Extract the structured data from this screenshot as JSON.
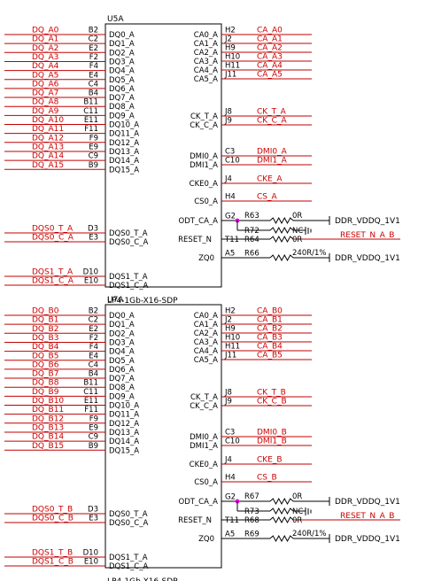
{
  "colors": {
    "net": "#cc0000",
    "wire": "#c00000",
    "junction": "#e000e0",
    "line": "#000000"
  },
  "chips": [
    {
      "ref": "U5A",
      "part": "LP4-1Gb-X16-SDP",
      "left_nets": [
        "DQ_A0",
        "DQ_A1",
        "DQ_A2",
        "DQ_A3",
        "DQ_A4",
        "DQ_A5",
        "DQ_A6",
        "DQ_A7",
        "DQ_A8",
        "DQ_A9",
        "DQ_A10",
        "DQ_A11",
        "DQ_A12",
        "DQ_A13",
        "DQ_A14",
        "DQ_A15"
      ],
      "left_pins": [
        "B2",
        "C2",
        "E2",
        "F2",
        "F4",
        "E4",
        "C4",
        "B4",
        "B11",
        "C11",
        "E11",
        "F11",
        "F9",
        "E9",
        "C9",
        "B9"
      ],
      "left_sigs": [
        "DQ0_A",
        "DQ1_A",
        "DQ2_A",
        "DQ3_A",
        "DQ4_A",
        "DQ5_A",
        "DQ6_A",
        "DQ7_A",
        "DQ8_A",
        "DQ9_A",
        "DQ10_A",
        "DQ11_A",
        "DQ12_A",
        "DQ13_A",
        "DQ14_A",
        "DQ15_A"
      ],
      "dqs": [
        {
          "net": "DQS0_T_A",
          "pin": "D3",
          "sig": "DQS0_T_A"
        },
        {
          "net": "DQS0_C_A",
          "pin": "E3",
          "sig": "DQS0_C_A"
        },
        {
          "net": "DQS1_T_A",
          "pin": "D10",
          "sig": "DQS1_T_A"
        },
        {
          "net": "DQS1_C_A",
          "pin": "E10",
          "sig": "DQS1_C_A"
        }
      ],
      "ca": [
        {
          "sig": "CA0_A",
          "pin": "H2",
          "net": "CA_A0"
        },
        {
          "sig": "CA1_A",
          "pin": "J2",
          "net": "CA_A1"
        },
        {
          "sig": "CA2_A",
          "pin": "H9",
          "net": "CA_A2"
        },
        {
          "sig": "CA3_A",
          "pin": "H10",
          "net": "CA_A3"
        },
        {
          "sig": "CA4_A",
          "pin": "H11",
          "net": "CA_A4"
        },
        {
          "sig": "CA5_A",
          "pin": "J11",
          "net": "CA_A5"
        }
      ],
      "ck": [
        {
          "sig": "CK_T_A",
          "pin": "J8",
          "net": "CK_T_A"
        },
        {
          "sig": "CK_C_A",
          "pin": "J9",
          "net": "CK_C_A"
        }
      ],
      "dmi": [
        {
          "sig": "DMI0_A",
          "pin": "C3",
          "net": "DMI0_A"
        },
        {
          "sig": "DMI1_A",
          "pin": "C10",
          "net": "DMI1_A"
        }
      ],
      "cke": {
        "sig": "CKE0_A",
        "pin": "J4",
        "net": "CKE_A"
      },
      "cs": {
        "sig": "CS0_A",
        "pin": "H4",
        "net": "CS_A"
      },
      "odt": {
        "sig": "ODT_CA_A",
        "pin": "G2",
        "r1": "R63",
        "r1v": "0R",
        "r2": "R72",
        "r2v": "NC",
        "net": "DDR_VDDQ_1V1"
      },
      "reset": {
        "sig": "RESET_N",
        "pin": "T11",
        "r": "R64",
        "rv": "0R",
        "net": "RESET_N_A_B"
      },
      "zq": {
        "sig": "ZQ0",
        "pin": "A5",
        "r": "R66",
        "rv": "240R/1%",
        "net": "DDR_VDDQ_1V1"
      }
    },
    {
      "ref": "U7A",
      "part": "LP4-1Gb-X16-SDP",
      "left_nets": [
        "DQ_B0",
        "DQ_B1",
        "DQ_B2",
        "DQ_B3",
        "DQ_B4",
        "DQ_B5",
        "DQ_B6",
        "DQ_B7",
        "DQ_B8",
        "DQ_B9",
        "DQ_B10",
        "DQ_B11",
        "DQ_B12",
        "DQ_B13",
        "DQ_B14",
        "DQ_B15"
      ],
      "left_pins": [
        "B2",
        "C2",
        "E2",
        "F2",
        "F4",
        "E4",
        "C4",
        "B4",
        "B11",
        "C11",
        "E11",
        "F11",
        "F9",
        "E9",
        "C9",
        "B9"
      ],
      "left_sigs": [
        "DQ0_A",
        "DQ1_A",
        "DQ2_A",
        "DQ3_A",
        "DQ4_A",
        "DQ5_A",
        "DQ6_A",
        "DQ7_A",
        "DQ8_A",
        "DQ9_A",
        "DQ10_A",
        "DQ11_A",
        "DQ12_A",
        "DQ13_A",
        "DQ14_A",
        "DQ15_A"
      ],
      "dqs": [
        {
          "net": "DQS0_T_B",
          "pin": "D3",
          "sig": "DQS0_T_A"
        },
        {
          "net": "DQS0_C_B",
          "pin": "E3",
          "sig": "DQS0_C_A"
        },
        {
          "net": "DQS1_T_B",
          "pin": "D10",
          "sig": "DQS1_T_A"
        },
        {
          "net": "DQS1_C_B",
          "pin": "E10",
          "sig": "DQS1_C_A"
        }
      ],
      "ca": [
        {
          "sig": "CA0_A",
          "pin": "H2",
          "net": "CA_B0"
        },
        {
          "sig": "CA1_A",
          "pin": "J2",
          "net": "CA_B1"
        },
        {
          "sig": "CA2_A",
          "pin": "H9",
          "net": "CA_B2"
        },
        {
          "sig": "CA3_A",
          "pin": "H10",
          "net": "CA_B3"
        },
        {
          "sig": "CA4_A",
          "pin": "H11",
          "net": "CA_B4"
        },
        {
          "sig": "CA5_A",
          "pin": "J11",
          "net": "CA_B5"
        }
      ],
      "ck": [
        {
          "sig": "CK_T_A",
          "pin": "J8",
          "net": "CK_T_B"
        },
        {
          "sig": "CK_C_A",
          "pin": "J9",
          "net": "CK_C_B"
        }
      ],
      "dmi": [
        {
          "sig": "DMI0_A",
          "pin": "C3",
          "net": "DMI0_B"
        },
        {
          "sig": "DMI1_A",
          "pin": "C10",
          "net": "DMI1_B"
        }
      ],
      "cke": {
        "sig": "CKE0_A",
        "pin": "J4",
        "net": "CKE_B"
      },
      "cs": {
        "sig": "CS0_A",
        "pin": "H4",
        "net": "CS_B"
      },
      "odt": {
        "sig": "ODT_CA_A",
        "pin": "G2",
        "r1": "R67",
        "r1v": "0R",
        "r2": "R73",
        "r2v": "NC",
        "net": "DDR_VDDQ_1V1"
      },
      "reset": {
        "sig": "RESET_N",
        "pin": "T11",
        "r": "R68",
        "rv": "0R",
        "net": "RESET_N_A_B"
      },
      "zq": {
        "sig": "ZQ0",
        "pin": "A5",
        "r": "R69",
        "rv": "240R/1%",
        "net": "DDR_VDDQ_1V1"
      }
    }
  ]
}
